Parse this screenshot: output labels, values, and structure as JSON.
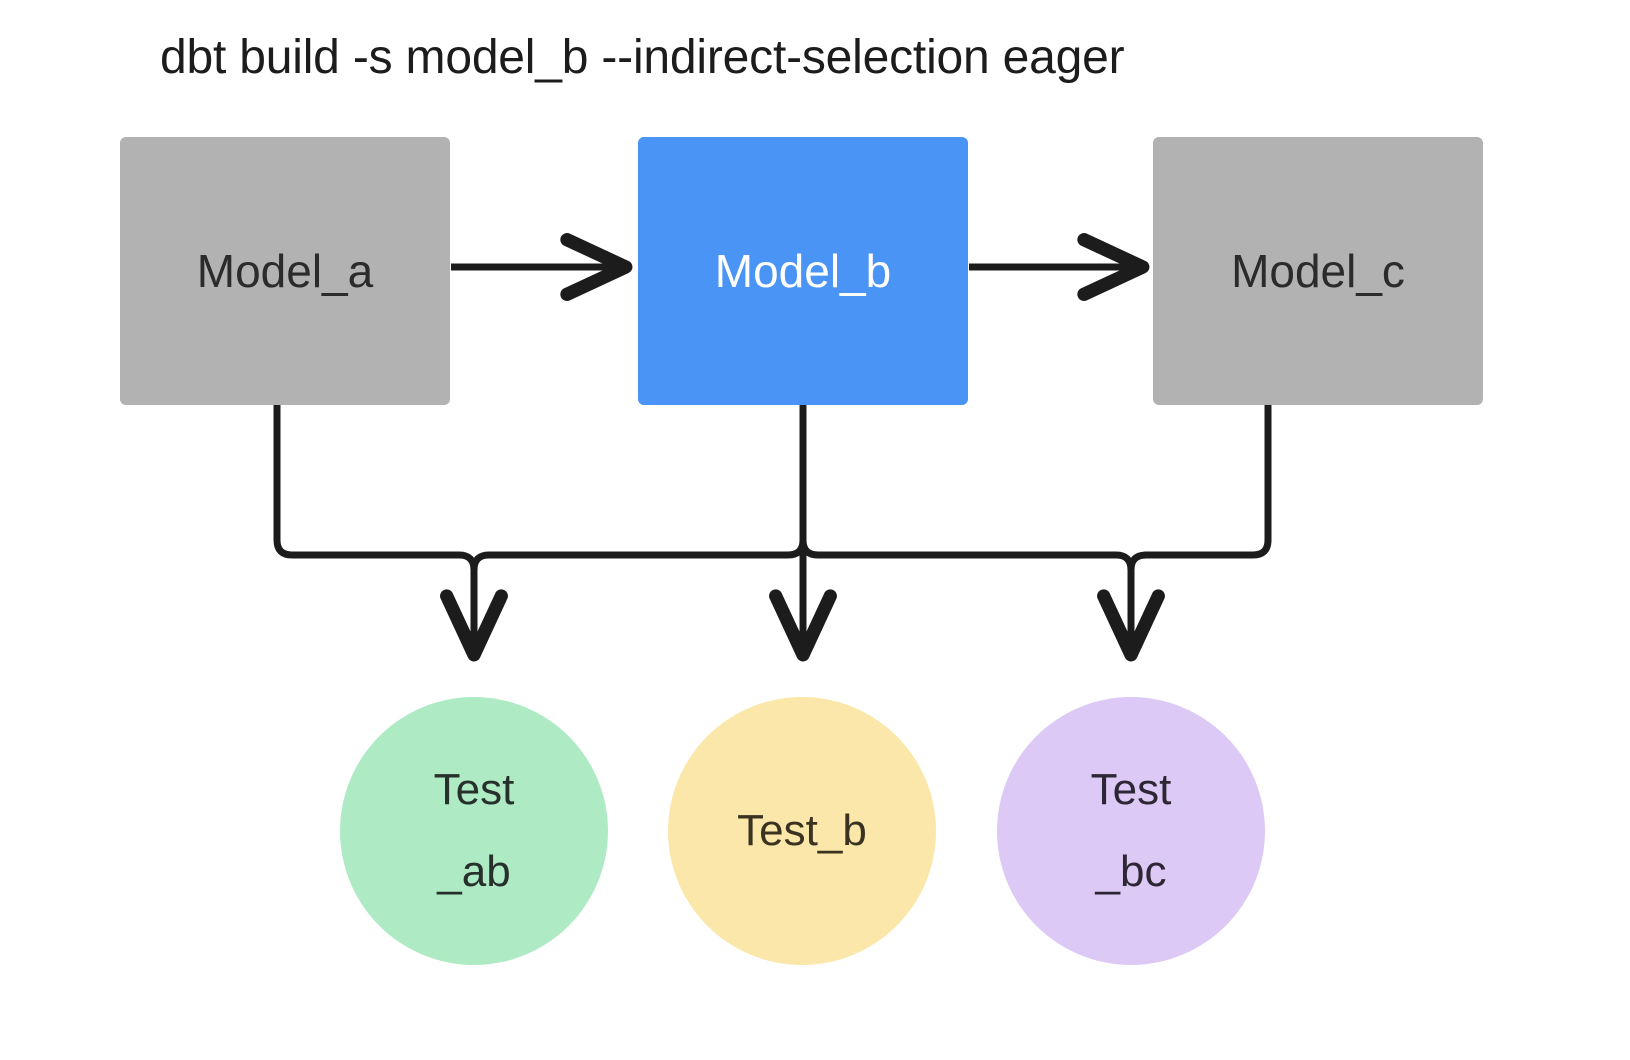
{
  "title": "dbt build -s model_b --indirect-selection eager",
  "colors": {
    "background": "#ffffff",
    "model_default": "#b2b2b2",
    "model_selected": "#4a94f5",
    "edge": "#1c1c1c",
    "test_ab": "#aeebc4",
    "test_b": "#fae7a9",
    "test_bc": "#ddc9f6",
    "text_dark": "#2b2b2b",
    "text_light": "#ffffff"
  },
  "graph": {
    "models": [
      {
        "id": "model_a",
        "label": "Model_a",
        "selected": false
      },
      {
        "id": "model_b",
        "label": "Model_b",
        "selected": true
      },
      {
        "id": "model_c",
        "label": "Model_c",
        "selected": false
      }
    ],
    "tests": [
      {
        "id": "test_ab",
        "label_line1": "Test",
        "label_line2": "_ab",
        "label": "Test_ab"
      },
      {
        "id": "test_b",
        "label_line1": "Test_b",
        "label_line2": "",
        "label": "Test_b"
      },
      {
        "id": "test_bc",
        "label_line1": "Test",
        "label_line2": "_bc",
        "label": "Test_bc"
      }
    ],
    "edges": [
      {
        "from": "model_a",
        "to": "model_b",
        "kind": "model-to-model"
      },
      {
        "from": "model_b",
        "to": "model_c",
        "kind": "model-to-model"
      },
      {
        "from": "model_a",
        "to": "test_ab",
        "kind": "model-to-test"
      },
      {
        "from": "model_b",
        "to": "test_ab",
        "kind": "model-to-test"
      },
      {
        "from": "model_b",
        "to": "test_b",
        "kind": "model-to-test"
      },
      {
        "from": "model_b",
        "to": "test_bc",
        "kind": "model-to-test"
      },
      {
        "from": "model_c",
        "to": "test_bc",
        "kind": "model-to-test"
      }
    ]
  }
}
